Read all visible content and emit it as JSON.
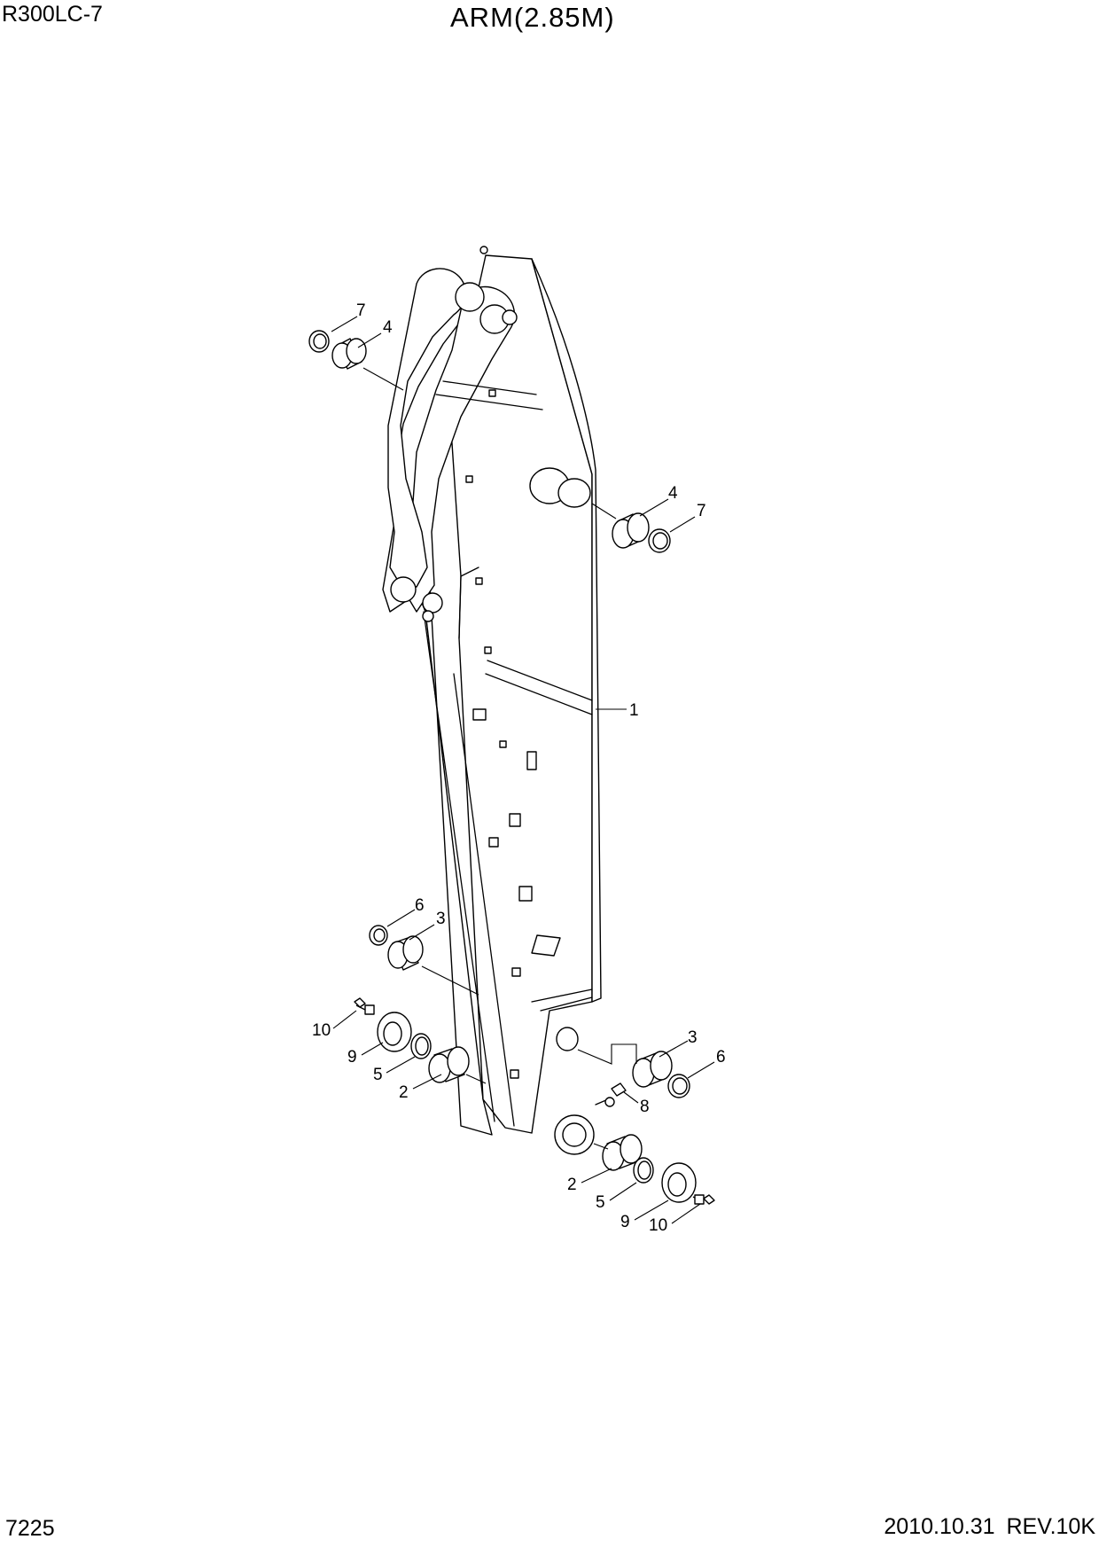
{
  "header": {
    "model": "R300LC-7",
    "title": "ARM(2.85M)"
  },
  "footer": {
    "page_number": "7225",
    "revision": "2010.10.31  REV.10K"
  },
  "callouts": {
    "c1": "1",
    "c2a": "2",
    "c2b": "2",
    "c3a": "3",
    "c3b": "3",
    "c4a": "4",
    "c4b": "4",
    "c5a": "5",
    "c5b": "5",
    "c6a": "6",
    "c6b": "6",
    "c7a": "7",
    "c7b": "7",
    "c8": "8",
    "c9a": "9",
    "c9b": "9",
    "c10a": "10",
    "c10b": "10"
  }
}
